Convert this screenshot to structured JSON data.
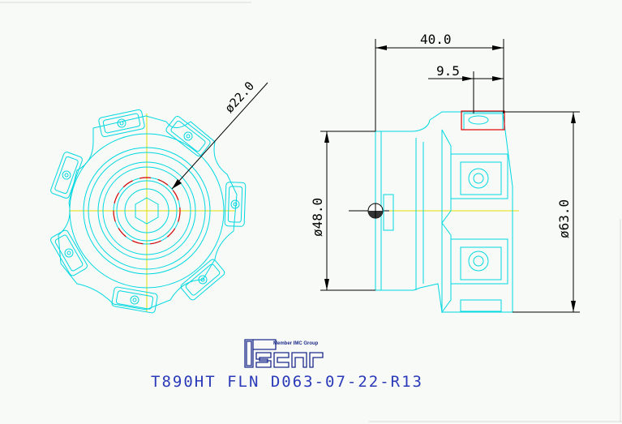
{
  "drawing": {
    "dim_overall_length": "40.0",
    "dim_insert_length": "9.5",
    "dim_bore": "ø22.0",
    "dim_body_dia": "ø48.0",
    "dim_cut_dia": "ø63.0"
  },
  "brand": {
    "member_text": "Member IMC Group",
    "logo_name": "iscar-logo"
  },
  "product_code": "T890HT FLN D063-07-22-R13",
  "colors": {
    "outline": "#00d8e0",
    "centerline": "#e0e000",
    "hidden": "#e00000",
    "dimension": "#000000",
    "brand": "#2a3ab8"
  }
}
